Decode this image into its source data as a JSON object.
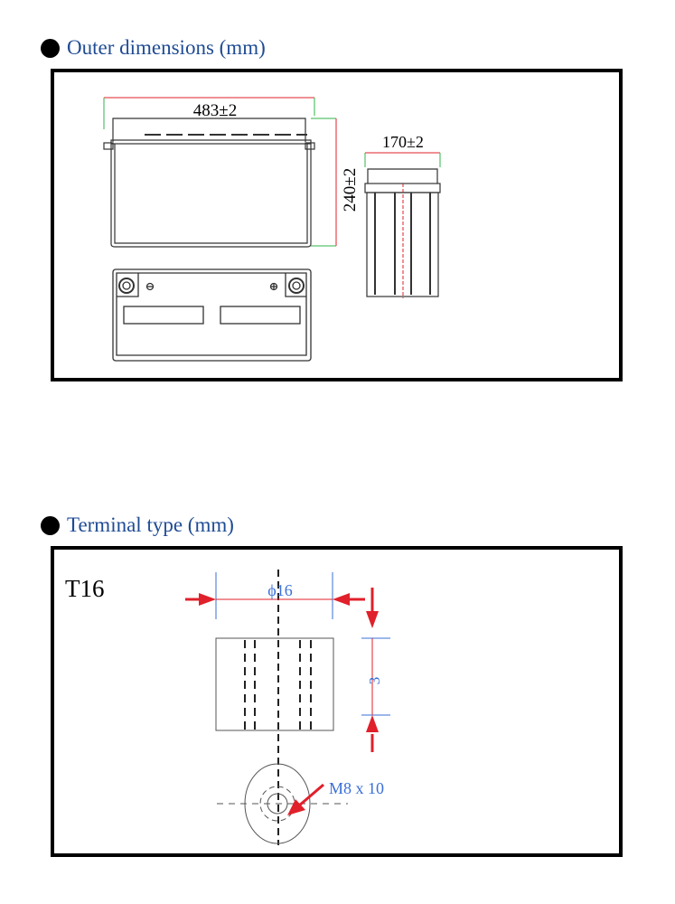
{
  "sections": [
    {
      "heading": "Outer dimensions (mm)",
      "length_label": "483±2",
      "height_label": "240±2",
      "width_label": "170±2"
    },
    {
      "heading": "Terminal type (mm)",
      "terminal_name": "T16",
      "diameter_label": "ϕ16",
      "height_label": "3",
      "thread_label": "M8 x 10"
    }
  ],
  "colors": {
    "heading": "#1f4b94",
    "dimension_line": "#e0202a",
    "extension_line": "#2fb34a",
    "annotation": "#3a6fd8"
  }
}
